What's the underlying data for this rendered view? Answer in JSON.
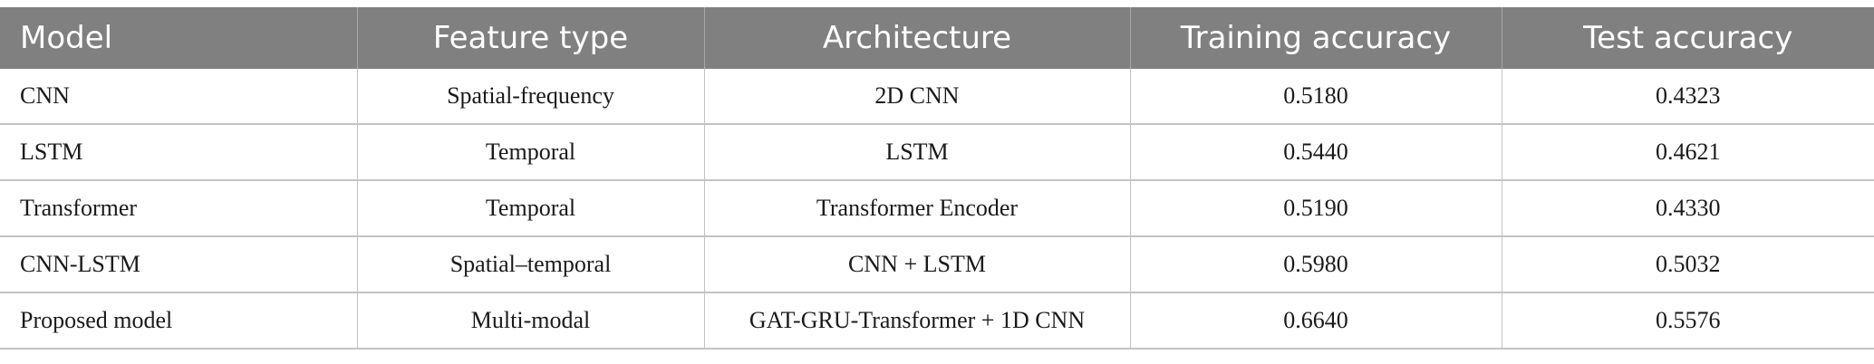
{
  "table": {
    "headers": [
      "Model",
      "Feature type",
      "Architecture",
      "Training accuracy",
      "Test accuracy"
    ],
    "rows": [
      [
        "CNN",
        "Spatial-frequency",
        "2D CNN",
        "0.5180",
        "0.4323"
      ],
      [
        "LSTM",
        "Temporal",
        "LSTM",
        "0.5440",
        "0.4621"
      ],
      [
        "Transformer",
        "Temporal",
        "Transformer Encoder",
        "0.5190",
        "0.4330"
      ],
      [
        "CNN-LSTM",
        "Spatial–temporal",
        "CNN + LSTM",
        "0.5980",
        "0.5032"
      ],
      [
        "Proposed model",
        "Multi-modal",
        "GAT-GRU-Transformer + 1D CNN",
        "0.6640",
        "0.5576"
      ]
    ]
  }
}
